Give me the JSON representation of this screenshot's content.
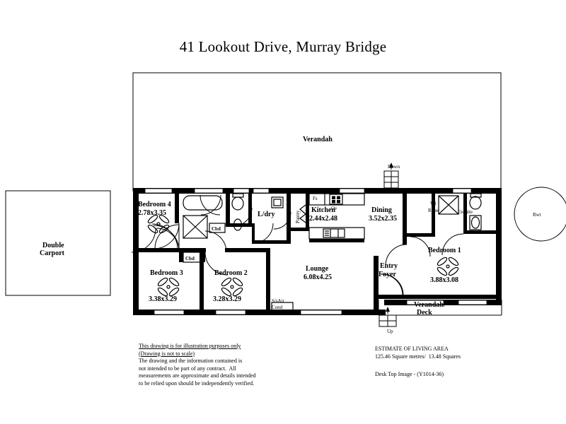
{
  "document": {
    "title": "41 Lookout Drive, Murray Bridge"
  },
  "outbuildings": {
    "carport_line1": "Double",
    "carport_line2": "Carport",
    "rainwater_tank": "Rwt"
  },
  "outdoor": {
    "verandah": "Verandah",
    "verandah_deck_line1": "Verandah/",
    "verandah_deck_line2": "Deck",
    "stairs_down": "Down",
    "stairs_up": "Up"
  },
  "rooms": [
    {
      "name": "Bedroom 4",
      "dimensions": "2.78x3.35"
    },
    {
      "name": "Bedroom 3",
      "dimensions": "3.38x3.29"
    },
    {
      "name": "Bedroom 2",
      "dimensions": "3.28x3.29"
    },
    {
      "name": "Bedroom 1",
      "dimensions": "3.88x3.08"
    },
    {
      "name": "Kitchen",
      "dimensions": "2.44x2.48"
    },
    {
      "name": "Dining",
      "dimensions": "3.52x2.35"
    },
    {
      "name": "Lounge",
      "dimensions": "6.08x4.25"
    }
  ],
  "spaces": {
    "laundry": "L/dry",
    "pantry": "Pantry",
    "entry_line1": "Entry",
    "entry_line2": "Foyer",
    "walk_in_robe_line1": "Wi",
    "walk_in_robe_line2": "Robe",
    "ensuite": "Ensuite"
  },
  "fittings": {
    "cupboard_bath": "Cbd",
    "cupboard_hall": "Cbd",
    "fridge_space": "Fs",
    "oven": "Ov",
    "air_con_line1": "S/sAir",
    "air_con_line2": "Cond"
  },
  "notes": {
    "disclaimer_line1": "This drawing is for illustration purposes only",
    "disclaimer_line2": "(Drawing is not to scale)",
    "disclaimer_line3": "The drawing and the information contained is",
    "disclaimer_line4": "not intended to be part of any contract.  All",
    "disclaimer_line5": "measurements are approximate and details intended",
    "disclaimer_line6": "to be relied upon should be independently verified.",
    "estimate_line1": "ESTIMATE OF LIVING AREA",
    "estimate_line2": "125.46 Square metres/  13.48 Squares",
    "desktop_image": "Desk Top Image - (Y1014-36)"
  },
  "colors": {
    "ink": "#000000",
    "paper": "#ffffff"
  }
}
